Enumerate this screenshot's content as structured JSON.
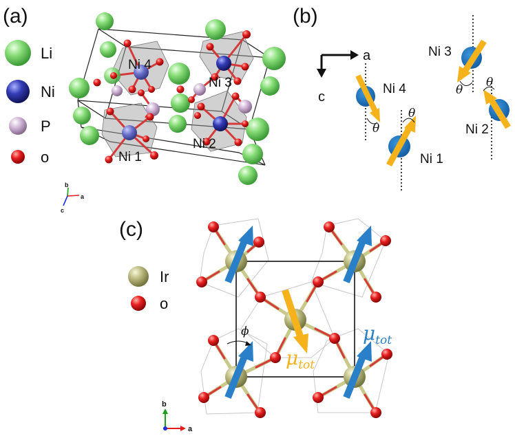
{
  "panel_a": {
    "label": "(a)",
    "legend": [
      {
        "label": "Li",
        "color": "#7ad66a"
      },
      {
        "label": "Ni",
        "color": "#2b33a6"
      },
      {
        "label": "P",
        "color": "#c6a8cc"
      },
      {
        "label": "o",
        "color": "#e01c1c"
      }
    ],
    "sites": [
      "Ni 4",
      "Ni 3",
      "Ni 2",
      "Ni 1"
    ],
    "axes": {
      "b": "b",
      "a": "a",
      "c": "c"
    }
  },
  "panel_b": {
    "label": "(b)",
    "axis_a": "a",
    "axis_c": "c",
    "sites": [
      "Ni 4",
      "Ni 1",
      "Ni 3",
      "Ni 2"
    ],
    "angle": "θ",
    "colors": {
      "moment": "#f5b21b",
      "atom": "#1d6fb5"
    }
  },
  "panel_c": {
    "label": "(c)",
    "legend": [
      {
        "label": "Ir",
        "color": "#b8b97a"
      },
      {
        "label": "o",
        "color": "#e01c1c"
      }
    ],
    "angle": "ϕ",
    "mu_yellow": {
      "main": "μ",
      "sub": "tot",
      "color": "#f5b21b"
    },
    "mu_blue": {
      "main": "μ",
      "sub": "tot",
      "color": "#2a7fc9"
    },
    "axes": {
      "b": "b",
      "a": "a"
    }
  }
}
